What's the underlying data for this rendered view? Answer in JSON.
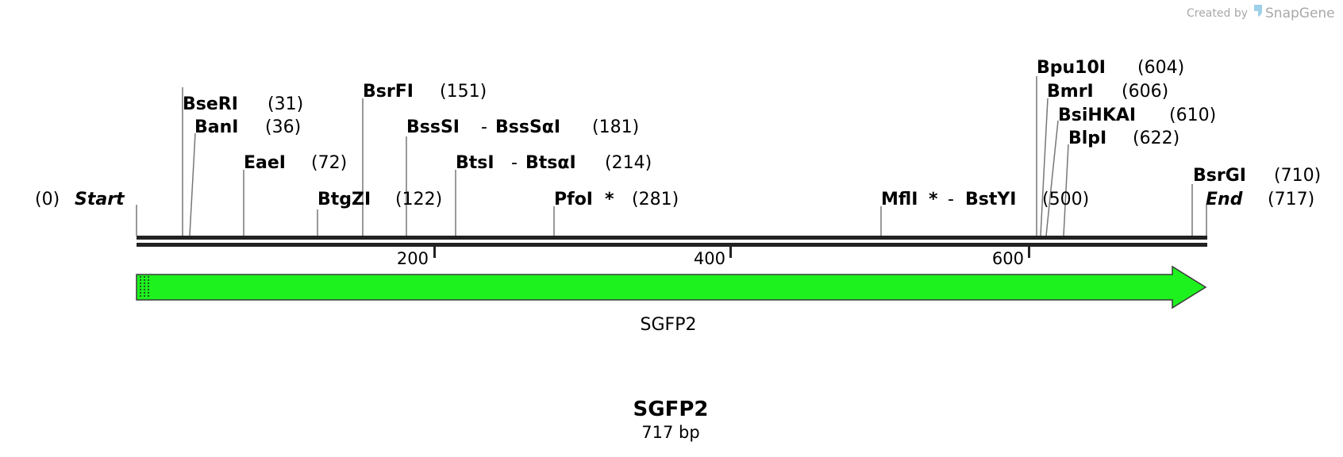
{
  "credit": {
    "created_by": "Created by",
    "brand": "SnapGene"
  },
  "sequence": {
    "name": "SGFP2",
    "length_label": "717 bp",
    "length_bp": 717
  },
  "ends": {
    "start": {
      "label": "Start",
      "pos": "(0)"
    },
    "end": {
      "label": "End",
      "pos": "(717)"
    }
  },
  "sites": [
    {
      "name": "BseRI",
      "pos": "(31)"
    },
    {
      "name": "BanI",
      "pos": "(36)"
    },
    {
      "name": "EaeI",
      "pos": "(72)"
    },
    {
      "name": "BtgZI",
      "pos": "(122)"
    },
    {
      "name": "BsrFI",
      "pos": "(151)"
    },
    {
      "name": "BssSI",
      "name2": "BssSαI",
      "pos": "(181)"
    },
    {
      "name": "BtsI",
      "name2": "BtsαI",
      "pos": "(214)"
    },
    {
      "name": "PfoI",
      "star": "*",
      "pos": "(281)"
    },
    {
      "name": "MflI",
      "star": "*",
      "name2": "BstYI",
      "pos": "(500)"
    },
    {
      "name": "Bpu10I",
      "pos": "(604)"
    },
    {
      "name": "BmrI",
      "pos": "(606)"
    },
    {
      "name": "BsiHKAI",
      "pos": "(610)"
    },
    {
      "name": "BlpI",
      "pos": "(622)"
    },
    {
      "name": "BsrGI",
      "pos": "(710)"
    }
  ],
  "ticks": [
    "200",
    "400",
    "600"
  ],
  "feature": {
    "label": "SGFP2",
    "color": "#1ef21e",
    "direction": "forward"
  }
}
